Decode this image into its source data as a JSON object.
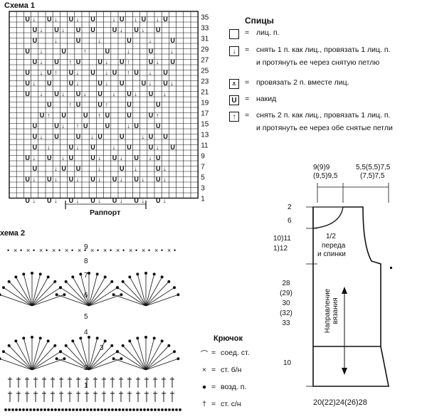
{
  "scheme1": {
    "title": "Схема 1",
    "repeat_label": "Раппорт",
    "row_numbers": [
      "35",
      "33",
      "31",
      "29",
      "27",
      "25",
      "23",
      "21",
      "19",
      "17",
      "15",
      "13",
      "11",
      "9",
      "7",
      "5",
      "3",
      "1"
    ]
  },
  "knit_legend": {
    "title": "Спицы",
    "items": [
      {
        "symbol": "",
        "text": "лиц. п."
      },
      {
        "symbol": "↓",
        "text": "снять 1 п. как лиц., провязать 1 лиц. п.",
        "text2": "и протянуть ее через снятую петлю"
      },
      {
        "symbol": "⩡",
        "text": "провязать 2 п. вместе лиц."
      },
      {
        "symbol": "U",
        "text": "накид"
      },
      {
        "symbol": "↑",
        "text": "снять 2 п. как лиц., провязать 1 лиц. п.",
        "text2": "и протянуть ее через обе снятые петли"
      }
    ],
    "eq": "="
  },
  "scheme2": {
    "title": "хема 2",
    "numbers": [
      "9",
      "8",
      "7",
      "6",
      "5",
      "4",
      "3",
      "2",
      "1"
    ]
  },
  "crochet_legend": {
    "title": "Крючок",
    "items": [
      {
        "symbol": "⌒",
        "text": "соед. ст."
      },
      {
        "symbol": "×",
        "text": "ст. б/н"
      },
      {
        "symbol": "●",
        "text": "возд. п."
      },
      {
        "symbol": "†",
        "text": "ст. с/н"
      }
    ],
    "eq": "="
  },
  "pattern": {
    "top_left_1": "9(9)9",
    "top_left_2": "(9,5)9,5",
    "top_right_1": "5,5(5,5)7,5",
    "top_right_2": "(7,5)7,5",
    "left_2": "2",
    "left_6": "6",
    "left_armhole_1": "10)11",
    "left_armhole_2": "1)12",
    "label_half": "1/2",
    "label_front": "переда",
    "label_back": "и спинки",
    "left_body": [
      "28",
      "(29)",
      "30",
      "(32)",
      "33"
    ],
    "left_rib": "10",
    "direction": "Направление вязания",
    "bottom": "20(22)24(26)28"
  },
  "colors": {
    "ink": "#111111",
    "background": "#ffffff"
  }
}
